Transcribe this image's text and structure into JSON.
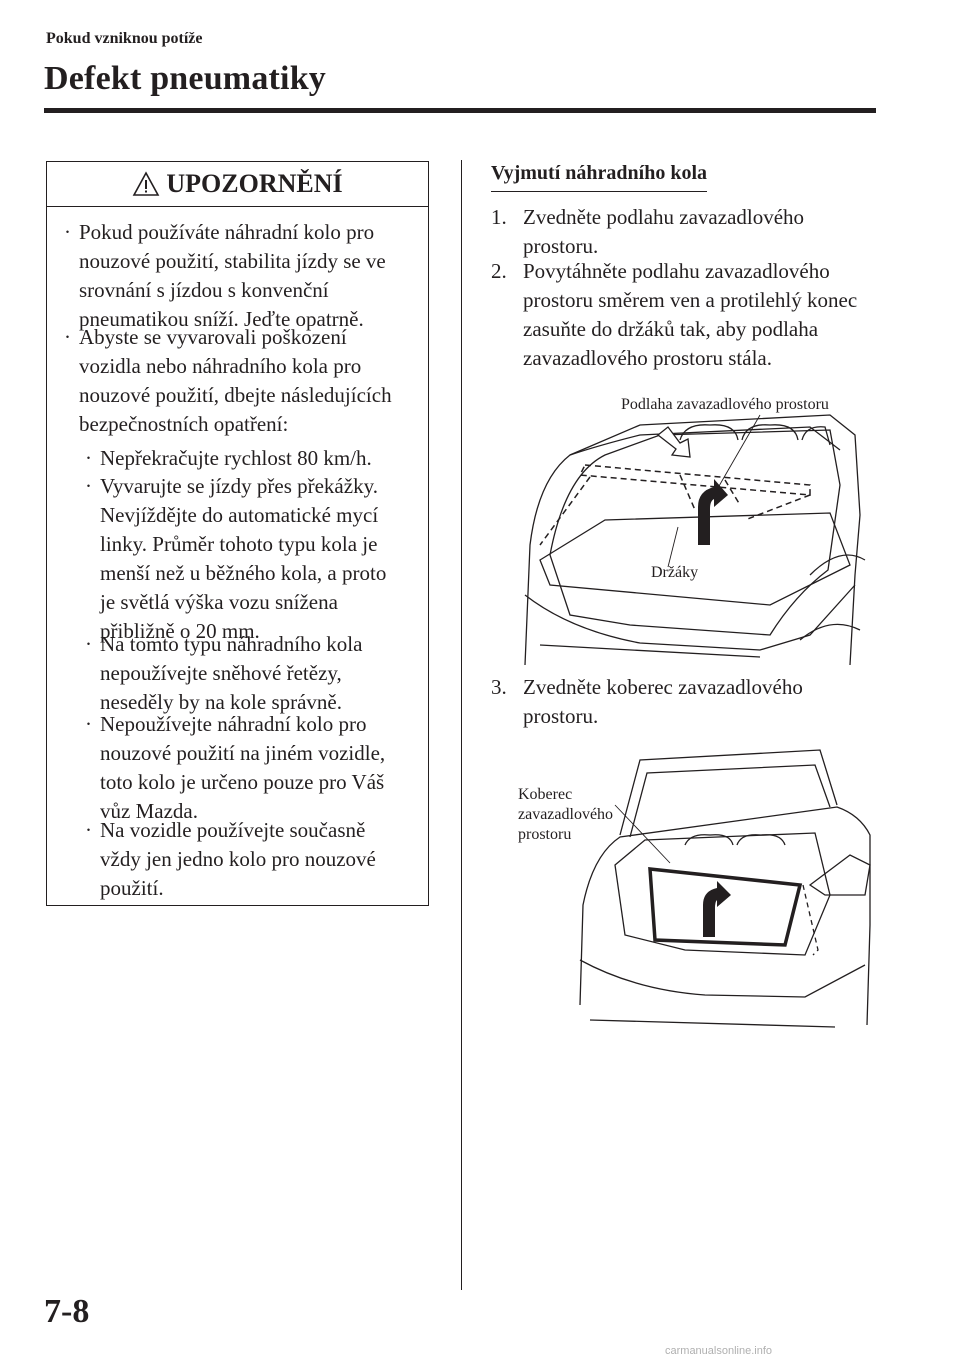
{
  "header": {
    "section": "Pokud vzniknou potíže",
    "title": "Defekt pneumatiky"
  },
  "warning": {
    "title": "UPOZORNĚNÍ",
    "items": [
      [
        "Pokud používáte náhradní kolo pro",
        "nouzové použití, stabilita jízdy se ve",
        "srovnání s jízdou s konvenční",
        "pneumatikou sníží. Jeďte opatrně."
      ],
      [
        "Abyste se vyvarovali poškození",
        "vozidla nebo náhradního kola pro",
        "nouzové použití, dbejte následujících",
        "bezpečnostních opatření:"
      ]
    ],
    "subitems": [
      [
        "Nepřekračujte rychlost 80 km/h."
      ],
      [
        "Vyvarujte se jízdy přes překážky.",
        "Nevjíždějte do automatické mycí",
        "linky. Průměr tohoto typu kola je",
        "menší než u běžného kola, a proto",
        "je světlá výška vozu snížena",
        "přibližně o 20 mm."
      ],
      [
        "Na tomto typu náhradního kola",
        "nepoužívejte sněhové řetězy,",
        "neseděly by na kole správně."
      ],
      [
        "Nepoužívejte náhradní kolo pro",
        "nouzové použití na jiném vozidle,",
        "toto kolo je určeno pouze pro Váš",
        "vůz Mazda."
      ],
      [
        "Na vozidle používejte současně",
        "vždy jen jedno kolo pro nouzové",
        "použití."
      ]
    ]
  },
  "removal": {
    "heading": "Vyjmutí náhradního kola",
    "steps": [
      {
        "num": "1.",
        "lines": [
          "Zvedněte podlahu zavazadlového",
          "prostoru."
        ]
      },
      {
        "num": "2.",
        "lines": [
          "Povytáhněte podlahu zavazadlového",
          "prostoru směrem ven a protilehlý konec",
          "zasuňte do držáků tak, aby podlaha",
          "zavazadlového prostoru stála."
        ]
      },
      {
        "num": "3.",
        "lines": [
          "Zvedněte koberec zavazadlového",
          "prostoru."
        ]
      }
    ],
    "fig1": {
      "label_floor": "Podlaha zavazadlového prostoru",
      "label_holders": "Držáky"
    },
    "fig2": {
      "label_carpet": [
        "Koberec",
        "zavazadlového",
        "prostoru"
      ]
    }
  },
  "footer": {
    "page_number": "7-8",
    "watermark": "carmanualsonline.info"
  }
}
